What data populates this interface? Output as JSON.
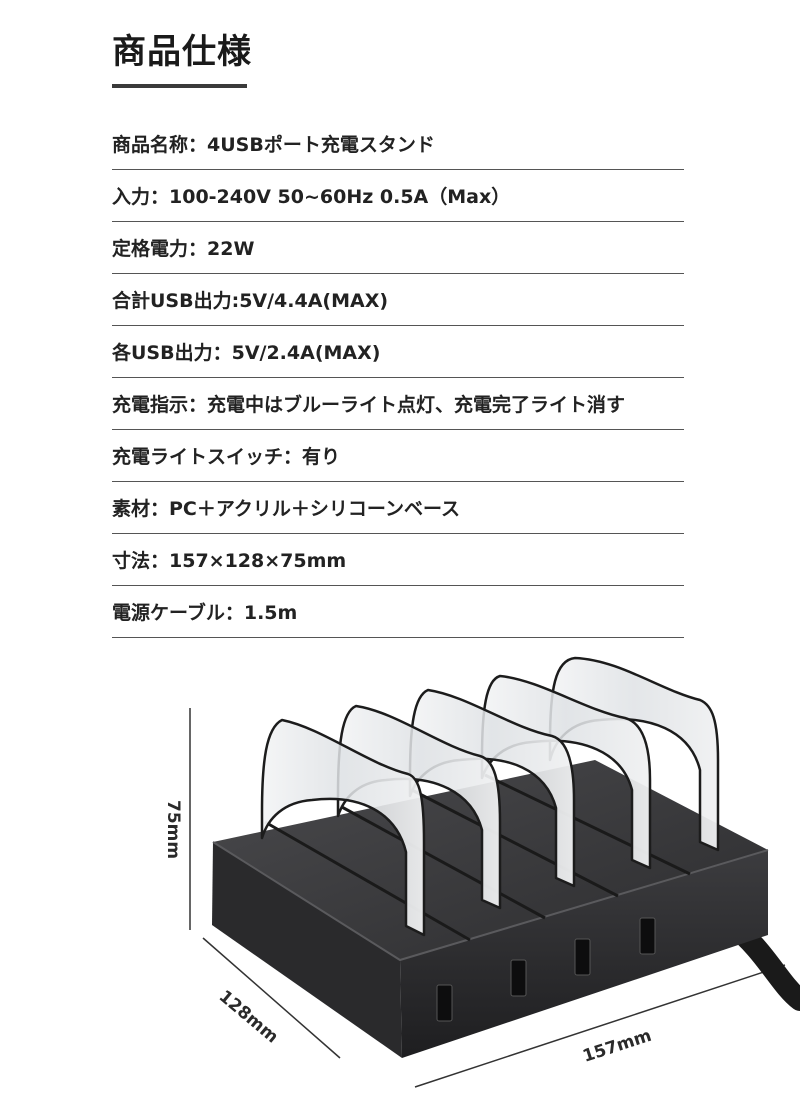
{
  "heading": "商品仕様",
  "specs": [
    "商品名称：4USBポート充電スタンド",
    "入力：100-240V 50~60Hz  0.5A（Max）",
    "定格電力：22W",
    "合計USB出力:5V/4.4A(MAX)",
    "各USB出力：5V/2.4A(MAX)",
    "充電指示：充電中はブルーライト点灯、充電完了ライト消す",
    "充電ライトスイッチ：有り",
    "素材：PC＋アクリル＋シリコーンベース",
    "寸法：157×128×75mm",
    "電源ケーブル：1.5m"
  ],
  "dimensions": {
    "height": "75mm",
    "depth": "128mm",
    "width": "157mm"
  },
  "colors": {
    "base_body": "#2b2b2d",
    "base_top": "#3a3a3c",
    "acrylic": "#e4e6e8",
    "divider_line": "#555555"
  }
}
